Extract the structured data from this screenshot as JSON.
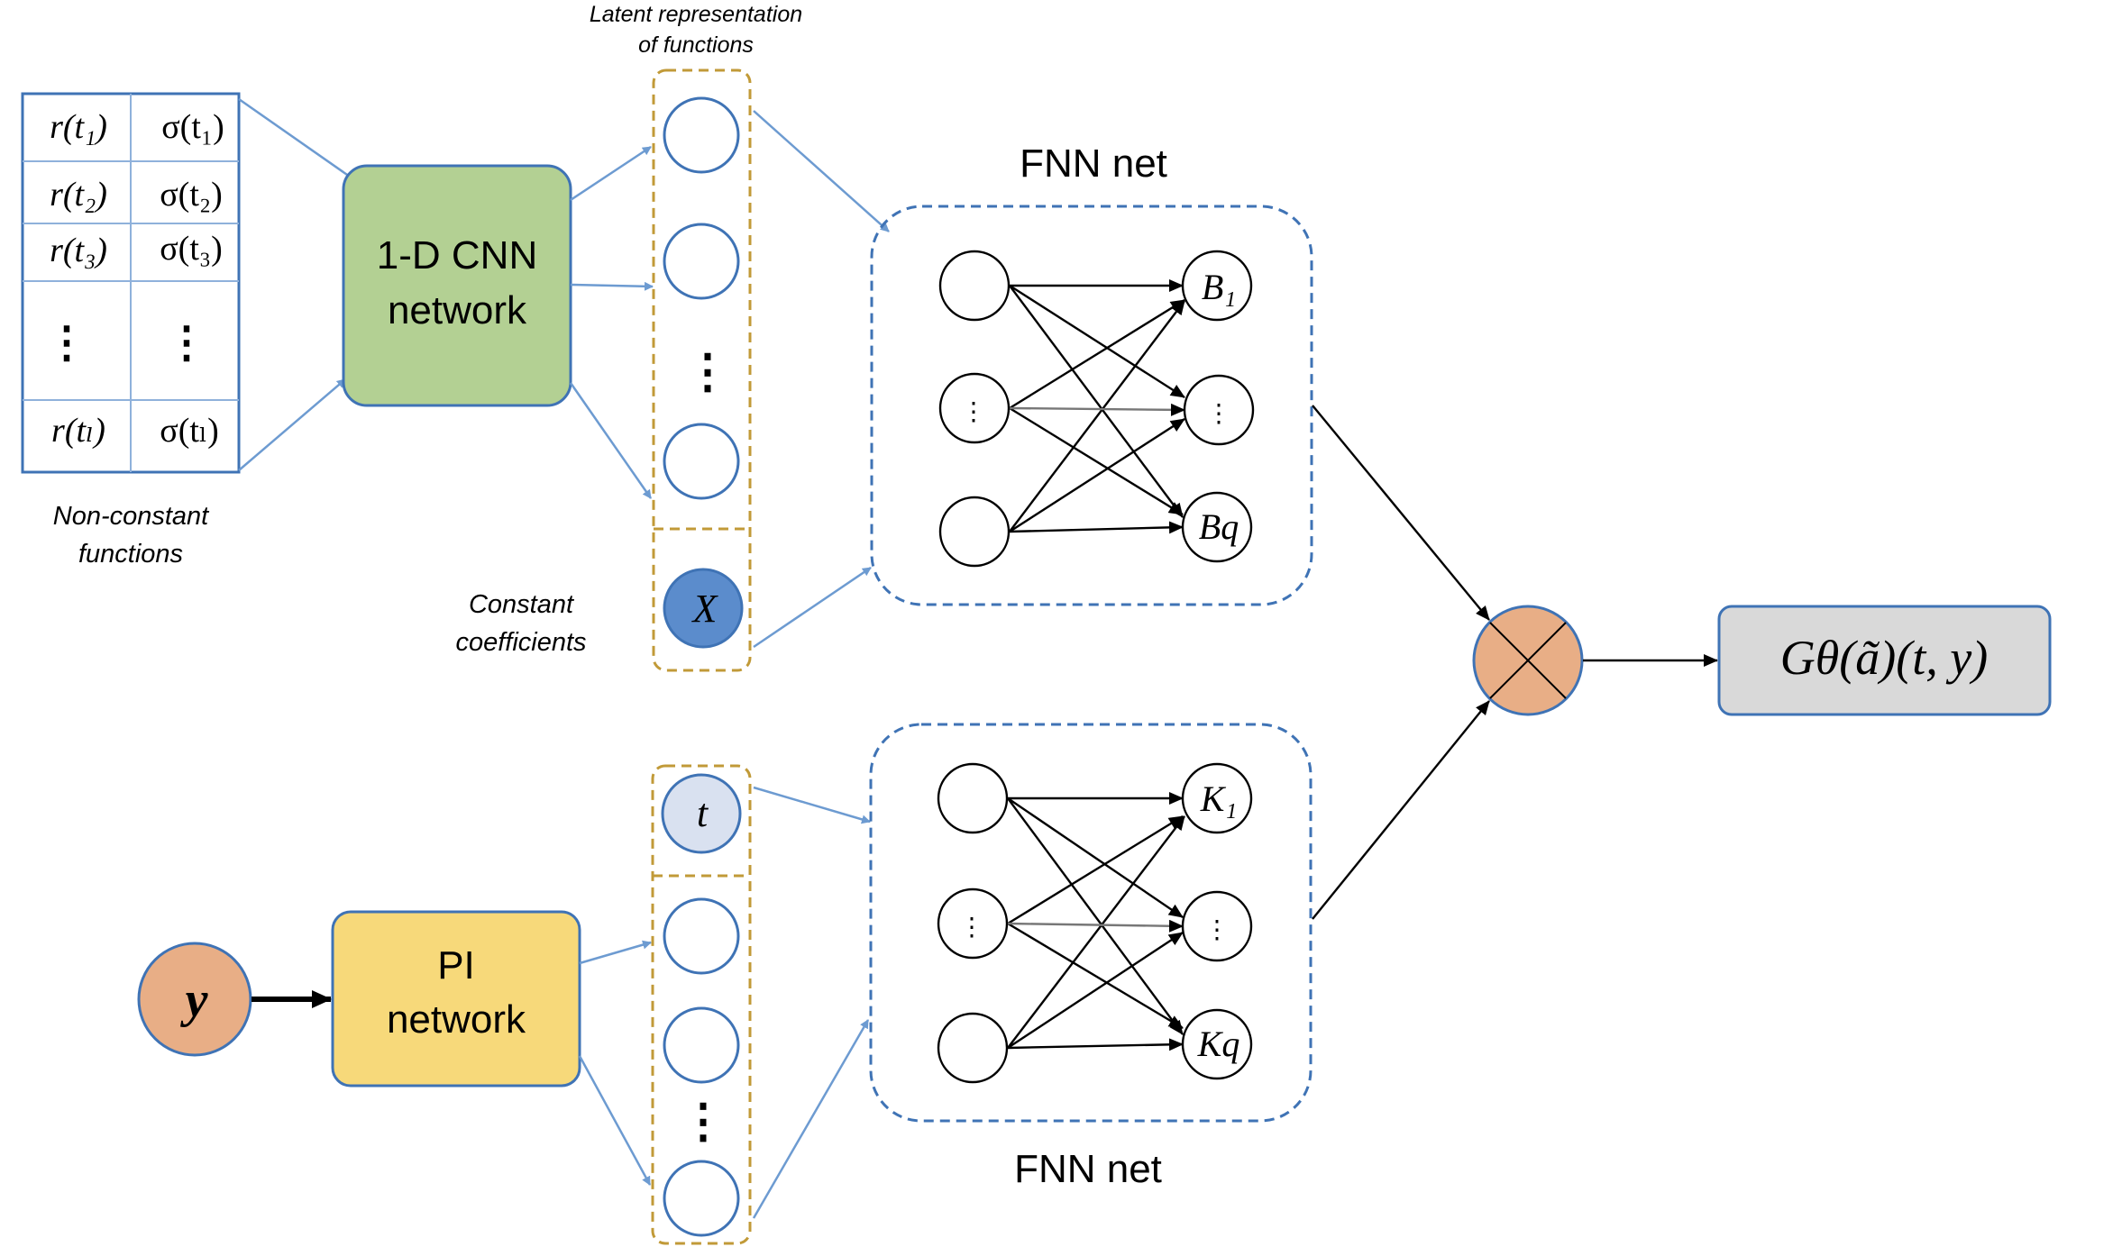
{
  "top_caption": {
    "line1": "Latent representation",
    "line2": "of functions"
  },
  "input_table": {
    "left_col": [
      "r(t₁)",
      "r(t₂)",
      "r(t₃)",
      "⋮",
      "r(tₗ)"
    ],
    "right_col": [
      "σ(t₁)",
      "σ(t₂)",
      "σ(t₃)",
      "⋮",
      "σ(tₗ)"
    ],
    "caption_line1": "Non-constant",
    "caption_line2": "functions"
  },
  "cnn_box": {
    "line1": "1-D CNN",
    "line2": "network"
  },
  "pi_box": {
    "line1": "PI",
    "line2": "network"
  },
  "constant_caption": {
    "line1": "Constant",
    "line2": "coefficients"
  },
  "nodes": {
    "x_label": "X",
    "t_label": "t",
    "y_label": "y",
    "ellipsis": "⋮"
  },
  "fnn_top": {
    "title": "FNN net",
    "outputs": [
      "B₁",
      "⋮",
      "Bq"
    ]
  },
  "fnn_bottom": {
    "title": "FNN net",
    "outputs": [
      "K₁",
      "⋮",
      "Kq"
    ]
  },
  "output_box": {
    "label": "Gθ(ã)(t, y)"
  },
  "colors": {
    "arrow_blue": "#6d9bd1",
    "cnn_fill": "#b3d093",
    "pi_fill": "#f7d97a",
    "dashed_gold": "#c19a38",
    "dashed_blue": "#3f73b5",
    "x_node_fill": "#5b8ccc",
    "t_node_fill": "#d9e1f0",
    "orange_fill": "#e8ae86",
    "output_fill": "#d9d9d9"
  }
}
